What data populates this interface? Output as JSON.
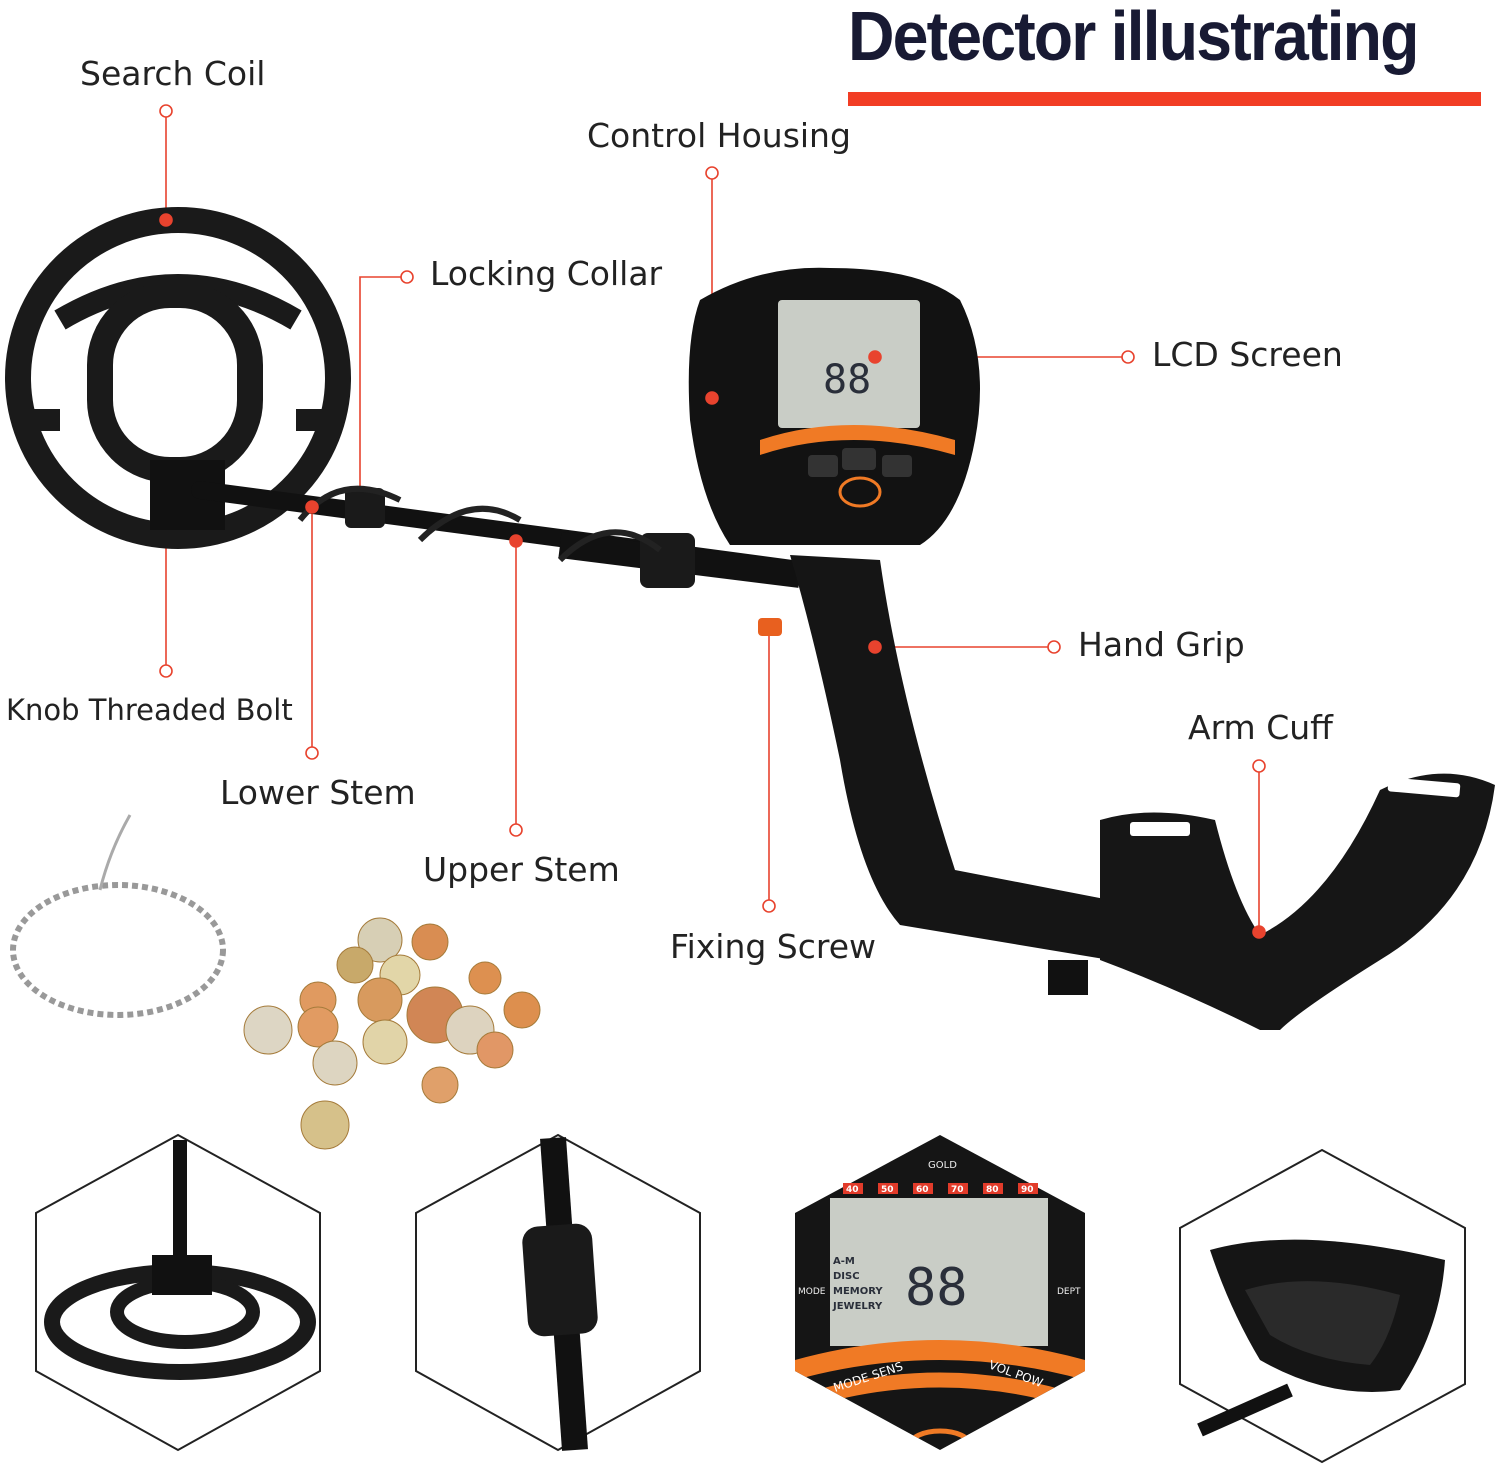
{
  "title": "Detector illustrating",
  "colors": {
    "accent": "#f23d24",
    "title": "#181a33",
    "orange": "#f07a25",
    "body": "#111111",
    "lcd": "#c9cdc6"
  },
  "callouts": {
    "search_coil": "Search Coil",
    "control_housing": "Control Housing",
    "locking_collar": "Locking Collar",
    "lcd_screen": "LCD Screen",
    "hand_grip": "Hand Grip",
    "arm_cuff": "Arm Cuff",
    "knob_threaded_bolt": "Knob Threaded Bolt",
    "lower_stem": "Lower Stem",
    "upper_stem": "Upper Stem",
    "fixing_screw": "Fixing Screw"
  },
  "lcd": {
    "digits": "88",
    "gold": "GOLD",
    "mode": "MODE",
    "depth": "DEPT",
    "scale": [
      "40",
      "50",
      "60",
      "70",
      "80",
      "90"
    ],
    "modes": [
      "A-M",
      "DISC",
      "MEMORY",
      "JEWELRY"
    ],
    "buttons": [
      "MODE SENS",
      "VOL POW"
    ]
  }
}
